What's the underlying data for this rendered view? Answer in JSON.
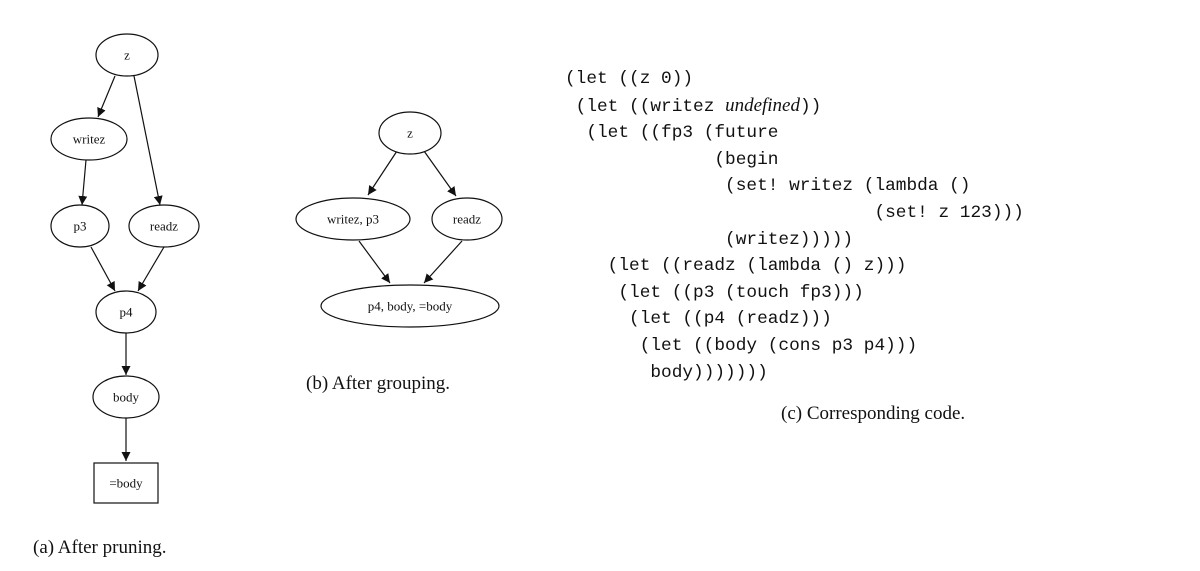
{
  "panel_a": {
    "nodes": {
      "z": "z",
      "writez": "writez",
      "p3": "p3",
      "readz": "readz",
      "p4": "p4",
      "body": "body",
      "eqbody": "=body"
    },
    "caption": "(a) After pruning."
  },
  "panel_b": {
    "nodes": {
      "z": "z",
      "writez_p3": "writez, p3",
      "readz": "readz",
      "p4_body_eqbody": "p4, body, =body"
    },
    "caption": "(b) After grouping."
  },
  "panel_c": {
    "code": {
      "l1": "(let ((z 0))",
      "l2_pre": " (let ((writez ",
      "l2_ital": "undefined",
      "l2_post": "))",
      "l3": "  (let ((fp3 (future",
      "l4": "              (begin",
      "l5": "               (set! writez (lambda ()",
      "l6": "                             (set! z 123)))",
      "l7": "               (writez)))))",
      "l8": "    (let ((readz (lambda () z)))",
      "l9": "     (let ((p3 (touch fp3)))",
      "l10": "      (let ((p4 (readz)))",
      "l11": "       (let ((body (cons p3 p4)))",
      "l12": "        body)))))))"
    },
    "caption": "(c) Corresponding code."
  }
}
